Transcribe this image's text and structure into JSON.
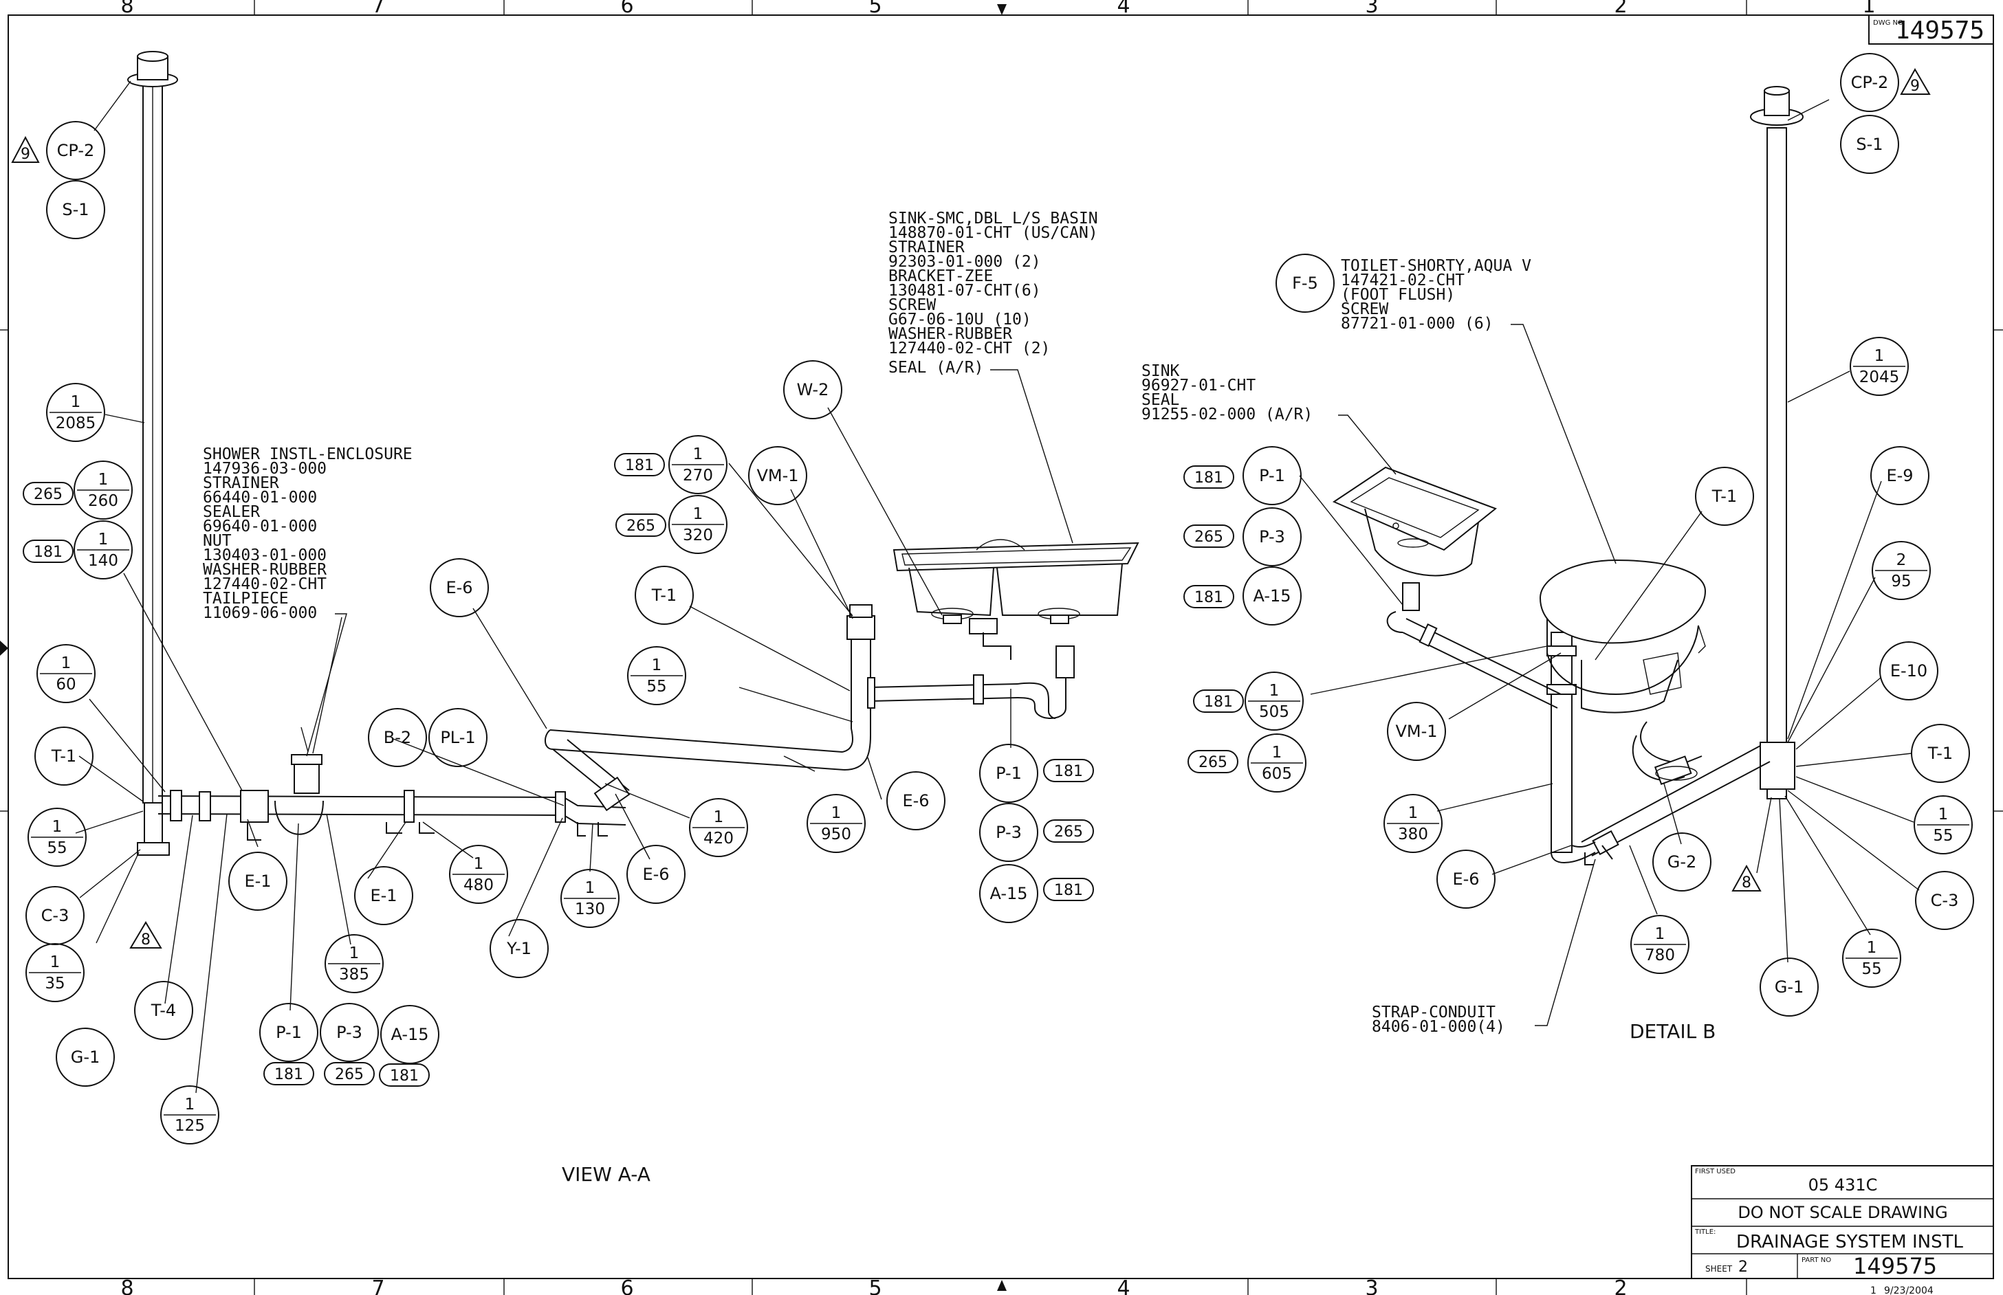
{
  "dwg_no_label": "DWG NO",
  "dwg_number": "149575",
  "border_zones": [
    "8",
    "7",
    "6",
    "5",
    "4",
    "3",
    "2",
    "1"
  ],
  "view_a_label": "VIEW A-A",
  "detail_b_label": "DETAIL B",
  "notes": {
    "shower": [
      "SHOWER INSTL-ENCLOSURE",
      "147936-03-000",
      "STRAINER",
      "66440-01-000",
      "SEALER",
      "69640-01-000",
      "NUT",
      "130403-01-000",
      "WASHER-RUBBER",
      "127440-02-CHT",
      "TAILPIECE",
      "11069-06-000"
    ],
    "sink_dbl": [
      "SINK-SMC,DBL L/S BASIN",
      "148870-01-CHT (US/CAN)",
      "STRAINER",
      "92303-01-000 (2)",
      "BRACKET-ZEE",
      "130481-07-CHT(6)",
      "SCREW",
      "G67-06-10U (10)",
      "WASHER-RUBBER",
      "127440-02-CHT (2)",
      "SEAL (A/R)"
    ],
    "sink": [
      "SINK",
      "96927-01-CHT",
      "SEAL",
      "91255-02-000 (A/R)"
    ],
    "toilet": [
      "TOILET-SHORTY,AQUA V",
      "147421-02-CHT",
      "(FOOT FLUSH)",
      "SCREW",
      "87721-01-000 (6)"
    ],
    "strap": [
      "STRAP-CONDUIT",
      "8406-01-000(4)"
    ]
  },
  "bubbles": {
    "cp2_a": "CP-2",
    "s1_a": "S-1",
    "t1_a": "T-1",
    "c3_a": "C-3",
    "g1_a": "G-1",
    "t4_a": "T-4",
    "e1_a": "E-1",
    "e1_b": "E-1",
    "p1_a": "P-1",
    "p3_a": "P-3",
    "a15_a": "A-15",
    "b2": "B-2",
    "pl1": "PL-1",
    "e6_a": "E-6",
    "y1": "Y-1",
    "e6_b": "E-6",
    "t1_b": "T-1",
    "vm1_a": "VM-1",
    "w2": "W-2",
    "e6_c": "E-6",
    "p1_b": "P-1",
    "p3_b": "P-3",
    "a15_b": "A-15",
    "f5": "F-5",
    "p1_c": "P-1",
    "p3_c": "P-3",
    "a15_c": "A-15",
    "t1_c": "T-1",
    "vm1_b": "VM-1",
    "e6_d": "E-6",
    "g2": "G-2",
    "cp2_b": "CP-2",
    "s1_b": "S-1",
    "e9": "E-9",
    "e10": "E-10",
    "t1_d": "T-1",
    "c3_b": "C-3",
    "g1_b": "G-1"
  },
  "fractions": {
    "f2085": [
      "1",
      "2085"
    ],
    "f260": [
      "1",
      "260"
    ],
    "f140": [
      "1",
      "140"
    ],
    "f60": [
      "1",
      "60"
    ],
    "f55a": [
      "1",
      "55"
    ],
    "f35": [
      "1",
      "35"
    ],
    "f125": [
      "1",
      "125"
    ],
    "f385": [
      "1",
      "385"
    ],
    "f480": [
      "1",
      "480"
    ],
    "f130": [
      "1",
      "130"
    ],
    "f420": [
      "1",
      "420"
    ],
    "f270": [
      "1",
      "270"
    ],
    "f320": [
      "1",
      "320"
    ],
    "f55b": [
      "1",
      "55"
    ],
    "f950": [
      "1",
      "950"
    ],
    "f505": [
      "1",
      "505"
    ],
    "f605": [
      "1",
      "605"
    ],
    "f380": [
      "1",
      "380"
    ],
    "f780": [
      "1",
      "780"
    ],
    "f2045": [
      "1",
      "2045"
    ],
    "f95": [
      "2",
      "95"
    ],
    "f55c": [
      "1",
      "55"
    ],
    "f55d": [
      "1",
      "55"
    ]
  },
  "tags": {
    "t265_a": "265",
    "t181_a": "181",
    "t181_b": "181",
    "t265_b": "265",
    "t181_c": "181",
    "t181_d": "181",
    "t265_c": "265",
    "t181_e": "181",
    "t265_d": "265",
    "t181_f": "181",
    "t265_e": "265",
    "t181_g": "181",
    "t181_h": "181",
    "t265_f": "265",
    "t181_i": "181"
  },
  "flags": {
    "flag9_a": "9",
    "flag8_a": "8",
    "flag9_b": "9",
    "flag8_b": "8"
  },
  "title_block": {
    "first_used_label": "FIRST USED",
    "first_used": "05 431C",
    "scale_note": "DO NOT SCALE DRAWING",
    "title_label": "TITLE:",
    "title": "DRAINAGE SYSTEM INSTL",
    "sheet_label": "SHEET",
    "sheet": "2",
    "part_no_label": "PART NO",
    "part_no": "149575",
    "revision": "1",
    "date": "9/23/2004"
  }
}
